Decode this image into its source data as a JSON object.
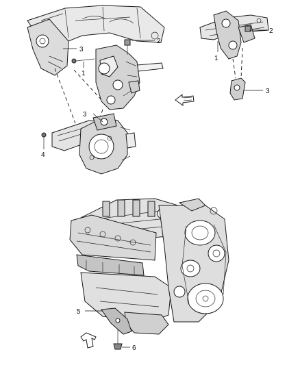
{
  "callouts": {
    "tl_3": "3",
    "tl_2": "2",
    "tl_1": "1",
    "mid_3": "3",
    "left_4": "4",
    "tr_2": "2",
    "tr_1": "1",
    "tr_3": "3",
    "bot_5": "5",
    "bot_6": "6"
  },
  "colors": {
    "ink": "#1a1a1a",
    "background": "#ffffff",
    "shade": "#bdbdbd"
  },
  "icons": [
    "front-direction-arrow-icon",
    "front-direction-arrow-icon"
  ]
}
